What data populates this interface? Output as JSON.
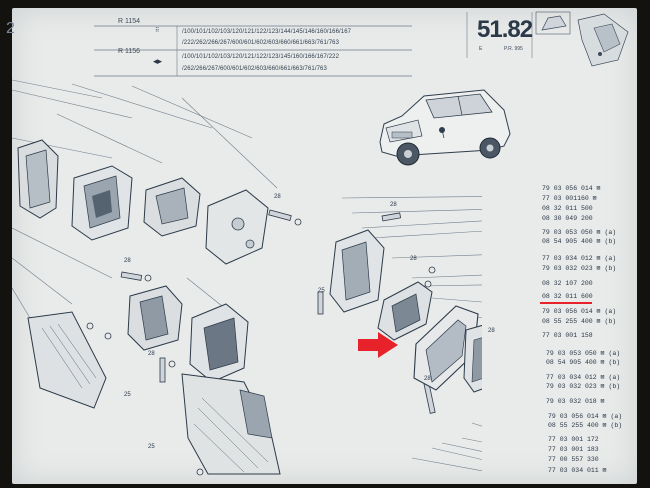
{
  "header": {
    "left_page_mark": "2",
    "rows": [
      {
        "model": "R 1154",
        "codes": [
          "/100/101/102/103/120/121/122/123/144/145/146/160/166/167",
          "/222/262/266/267/600/601/602/603/660/661/663/761/763"
        ]
      },
      {
        "model": "R 1156",
        "codes": [
          "/100/101/102/103/120/121/122/123/145/160/166/167/222",
          "/262/266/267/600/601/602/603/660/661/663/761/763"
        ]
      }
    ],
    "section_number": "51.82",
    "section_letter": "E",
    "section_code": "P.R. 995"
  },
  "part_numbers": [
    "79 03 056 014",
    "77 03 001160",
    "08 32 011 500",
    "08 30 049 200",
    "79 03 053 050",
    "08 54 905 400",
    "77 03 034 012",
    "79 03 032 023",
    "08 32 107 200",
    "08 32 011 600",
    "79 03 056 014",
    "08 55 255 400",
    "77 03 001 158",
    "79 03 053 050",
    "08 54 905 400",
    "77 03 034 012",
    "79 03 032 023",
    "79 03 032 018",
    "79 03 056 014",
    "08 55 255 400",
    "77 03 001 172",
    "77 03 001 183",
    "77 00 557 330",
    "77 03 034 011"
  ],
  "part_suffixes": [
    "",
    "",
    "",
    "",
    "(a)",
    "(b)",
    "(a)",
    "(b)",
    "",
    "",
    "(a)",
    "(b)",
    "",
    "(a)",
    "(b)",
    "(a)",
    "(b)",
    "",
    "(a)",
    "(b)",
    "",
    "",
    "",
    ""
  ],
  "callouts": [
    "28",
    "28",
    "28",
    "25",
    "28",
    "28",
    "28",
    "28",
    "25",
    "25"
  ],
  "highlight": {
    "color": "#e8222a"
  }
}
